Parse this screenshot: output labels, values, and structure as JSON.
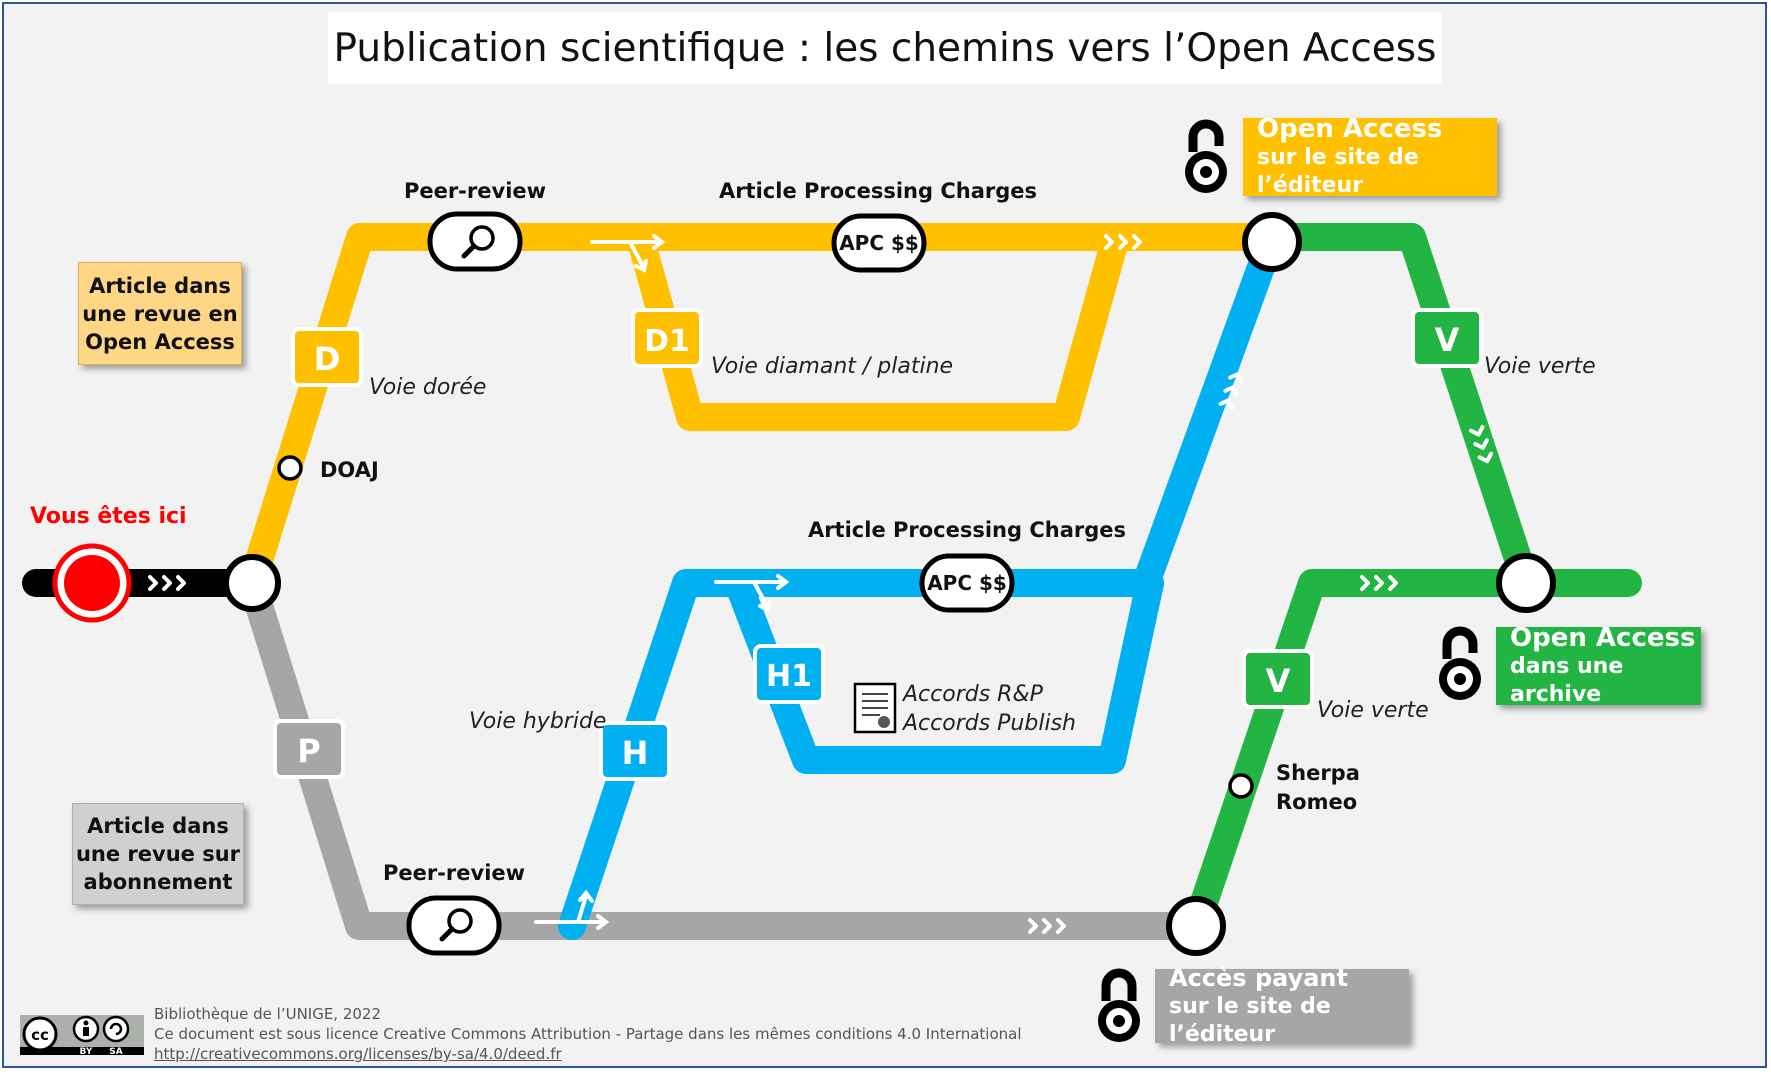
{
  "title": "Publication scientifique : les chemins vers l’Open Access",
  "you_are_here": "Vous êtes ici",
  "boxes": {
    "oa_journal": [
      "Article dans",
      "une revue en",
      "Open Access"
    ],
    "subscription_journal": [
      "Article dans",
      "une revue sur",
      "abonnement"
    ],
    "oa_publisher": {
      "line1": "Open Access",
      "line2": "sur le site de l’éditeur"
    },
    "oa_archive": {
      "line1": "Open Access",
      "line2": "dans une archive"
    },
    "paid_access": {
      "line1": "Accès payant",
      "line2": "sur le site de l’éditeur"
    }
  },
  "stations": {
    "D": "D",
    "D1": "D1",
    "H": "H",
    "H1": "H1",
    "P": "P",
    "V_top": "V",
    "V_bottom": "V"
  },
  "labels": {
    "peer_review_top": "Peer-review",
    "peer_review_bottom": "Peer-review",
    "apc_top": "Article Processing Charges",
    "apc_mid": "Article Processing Charges",
    "apc_pill_top": "APC $$",
    "apc_pill_mid": "APC $$",
    "voie_doree": "Voie dorée",
    "voie_diamant": "Voie diamant / platine",
    "voie_hybride": "Voie hybride",
    "voie_verte_top": "Voie verte",
    "voie_verte_bottom": "Voie verte",
    "doaj": "DOAJ",
    "sherpa_1": "Sherpa",
    "sherpa_2": "Romeo",
    "accords_1": "Accords R&P",
    "accords_2": "Accords Publish"
  },
  "footer": {
    "line1": "Bibliothèque de l’UNIGE, 2022",
    "line2": "Ce document est sous licence Creative Commons Attribution - Partage dans les mêmes conditions 4.0 International",
    "link": "http://creativecommons.org/licenses/by-sa/4.0/deed.fr"
  },
  "cc_badge": {
    "cc": "cc",
    "by": "BY",
    "sa": "SA"
  },
  "colors": {
    "gold": "#ffc000",
    "blue": "#00b0f0",
    "green": "#22b543",
    "grey": "#a6a6a6",
    "red": "#ff0000",
    "black": "#000000"
  }
}
